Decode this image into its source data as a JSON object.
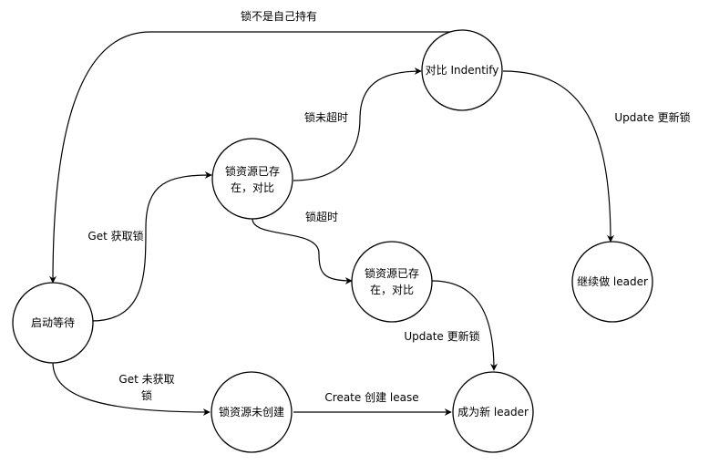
{
  "nodes": {
    "start_wait": "启动等待",
    "lock_exists_a_line1": "锁资源已存",
    "lock_exists_a_line2": "在，对比",
    "compare_identify": "对比 Indentify",
    "lock_exists_b_line1": "锁资源已存",
    "lock_exists_b_line2": "在，对比",
    "continue_leader": "继续做 leader",
    "lock_not_created": "锁资源未创建",
    "become_leader": "成为新 leader"
  },
  "edges": {
    "not_own_lock": "锁不是自己持有",
    "get_acquire": "Get 获取锁",
    "not_timed_out": "锁未超时",
    "timed_out": "锁超时",
    "update_renew_a": "Update 更新锁",
    "update_renew_b": "Update 更新锁",
    "get_not_acquired_line1": "Get 未获取",
    "get_not_acquired_line2": "锁",
    "create_lease": "Create 创建 lease"
  }
}
